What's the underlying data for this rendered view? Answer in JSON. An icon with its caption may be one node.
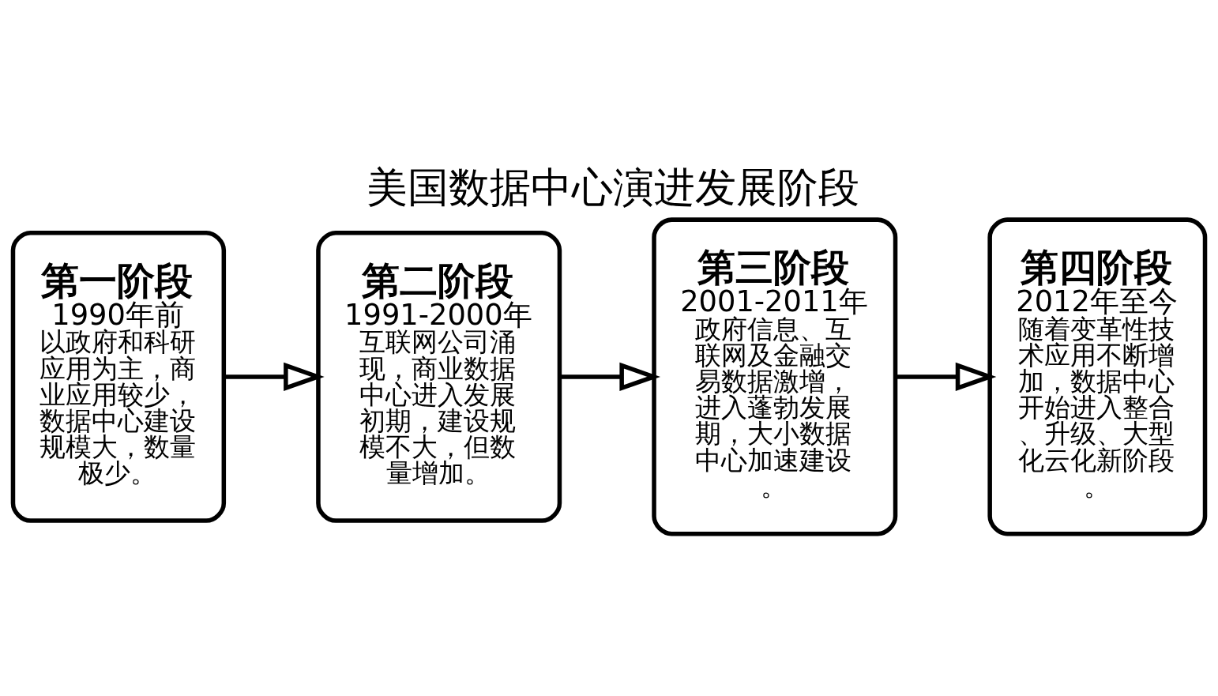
{
  "diagram": {
    "title": "美国数据中心演进发展阶段",
    "nodes": [
      {
        "text": [
          "第一阶段",
          "1990年前",
          "以政府和科研应用为主，商业应用较少，数据中心建设规模大，数量极少。"
        ]
      },
      {
        "text": [
          "第二阶段",
          "1991-2000年",
          "互联网公司涌现，商业数据中心进入发展初期，建设规模不大，但数量增加。"
        ]
      },
      {
        "text": [
          "第三阶段",
          "2001-2011年",
          "政府信息、互联网及金融交易数据激增，进入蓬勃发展期，大小数据中心加速建设。"
        ]
      },
      {
        "text": [
          "第四阶段",
          "2012年至今",
          "随着变革性技术应用不断增加，数据中心开始进入整合、升级、大型化云化新阶段。"
        ]
      }
    ],
    "edges": [
      {
        "from": 0,
        "to": 1,
        "arrow": "to"
      },
      {
        "from": 1,
        "to": 2,
        "arrow": "to"
      },
      {
        "from": 2,
        "to": 3,
        "arrow": "to"
      }
    ]
  }
}
